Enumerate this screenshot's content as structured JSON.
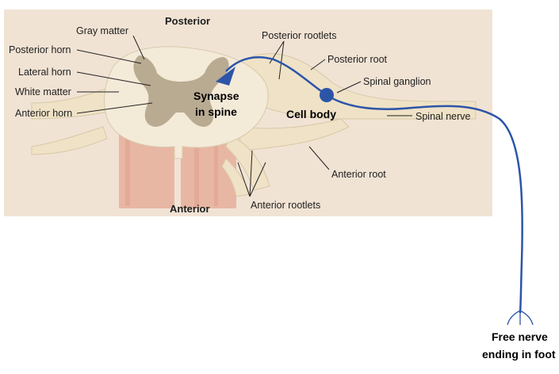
{
  "diagram": {
    "labels": {
      "posterior": "Posterior",
      "anterior": "Anterior",
      "gray_matter": "Gray matter",
      "posterior_horn": "Posterior horn",
      "lateral_horn": "Lateral horn",
      "white_matter": "White matter",
      "anterior_horn": "Anterior horn",
      "posterior_rootlets": "Posterior rootlets",
      "posterior_root": "Posterior root",
      "spinal_ganglion": "Spinal ganglion",
      "spinal_nerve": "Spinal nerve",
      "anterior_root": "Anterior root",
      "anterior_rootlets": "Anterior rootlets"
    },
    "annotations": {
      "synapse_line1": "Synapse",
      "synapse_line2": "in spine",
      "cell_body": "Cell body",
      "free_nerve_line1": "Free nerve",
      "free_nerve_line2": "ending in foot"
    },
    "colors": {
      "background_panel": "#f1e3d4",
      "white_matter": "#f4ead8",
      "gray_matter": "#b9ab91",
      "vessel_pink": "#e8b7a4",
      "nerve_root": "#efe2c6",
      "neuron": "#2c55a8"
    }
  }
}
